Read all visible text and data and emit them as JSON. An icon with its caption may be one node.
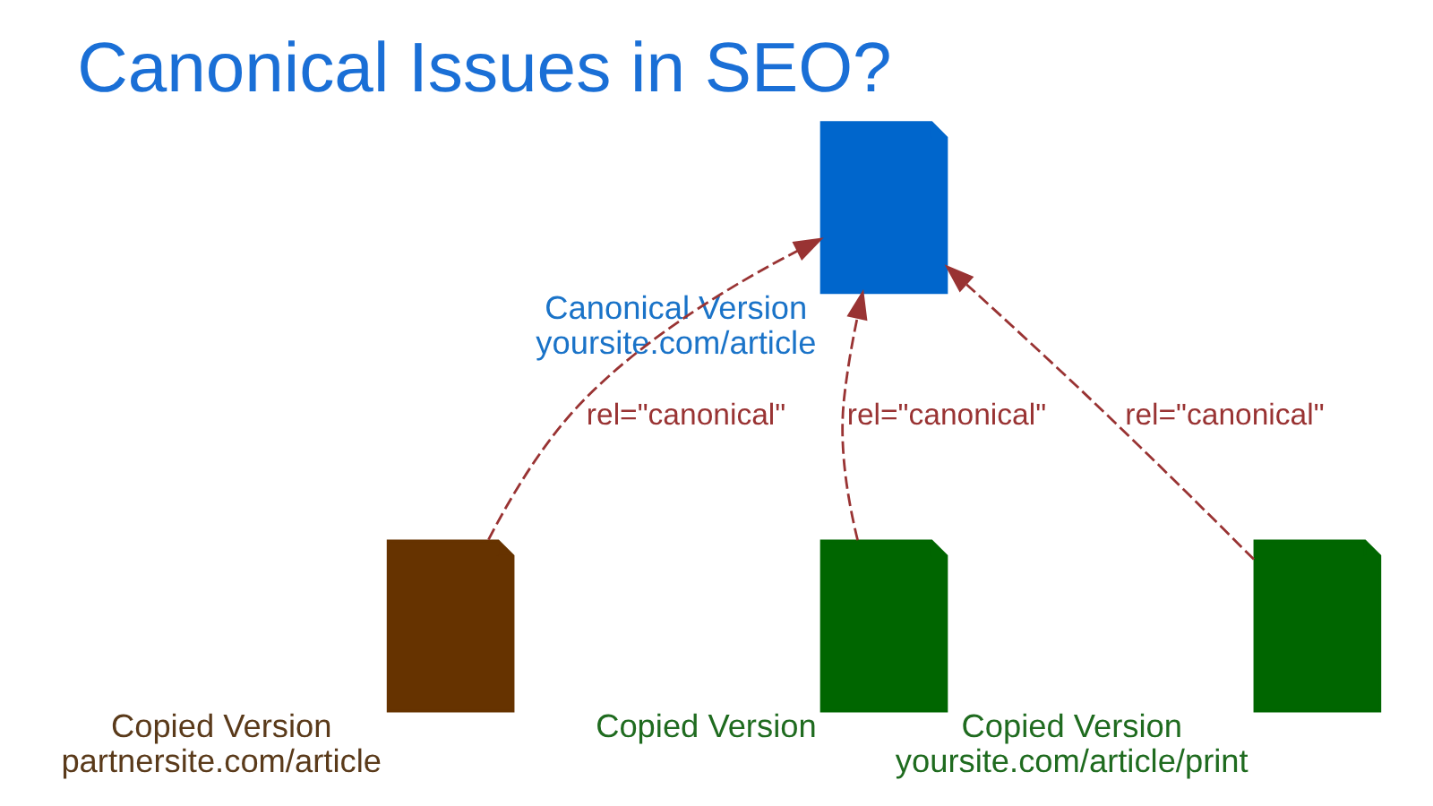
{
  "diagram": {
    "title": "Canonical Issues in SEO?",
    "nodes": [
      {
        "text": [
          "Canonical Version",
          "yoursite.com/article"
        ]
      },
      {
        "text": [
          "Copied Version",
          "partnersite.com/article"
        ]
      },
      {
        "text": [
          "Copied Version"
        ]
      },
      {
        "text": [
          "Copied Version",
          "yoursite.com/article/print"
        ]
      }
    ],
    "edges": [
      {
        "from": 1,
        "to": 0,
        "arrow": "to",
        "label": "rel=\"canonical\"",
        "style": "dashed"
      },
      {
        "from": 2,
        "to": 0,
        "arrow": "to",
        "label": "rel=\"canonical\"",
        "style": "dashed"
      },
      {
        "from": 3,
        "to": 0,
        "arrow": "to",
        "label": "rel=\"canonical\"",
        "style": "dashed"
      }
    ]
  }
}
